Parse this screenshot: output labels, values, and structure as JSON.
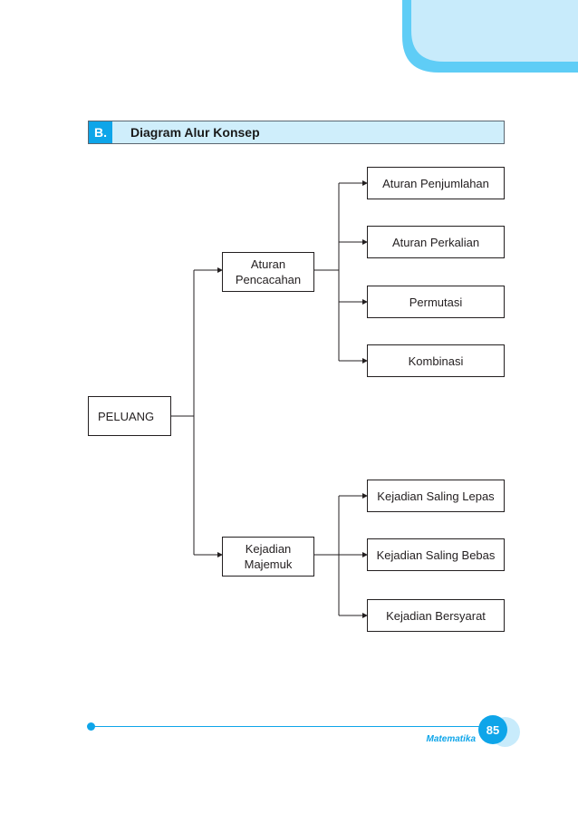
{
  "section": {
    "letter": "B.",
    "title": "Diagram Alur Konsep"
  },
  "diagram": {
    "root": "PELUANG",
    "branches": [
      {
        "label": [
          "Aturan",
          "Pencacahan"
        ],
        "leaves": [
          "Aturan Penjumlahan",
          "Aturan Perkalian",
          "Permutasi",
          "Kombinasi"
        ]
      },
      {
        "label": [
          "Kejadian",
          "Majemuk"
        ],
        "leaves": [
          "Kejadian Saling Lepas",
          "Kejadian Saling Bebas",
          "Kejadian Bersyarat"
        ]
      }
    ]
  },
  "footer": {
    "subject": "Matematika",
    "page": "85"
  },
  "colors": {
    "accent": "#0ea5e9",
    "accent_light": "#cfeefb",
    "line": "#231f20"
  }
}
